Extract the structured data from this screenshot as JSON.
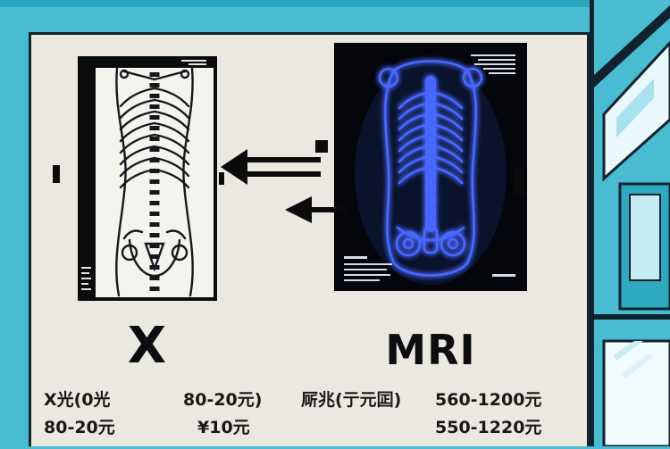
{
  "poster": {
    "xray_label": "X",
    "mri_label": "MRI"
  },
  "prices": {
    "row1": [
      "X光(0光",
      "80-20元)",
      "厛兆(亍元囸)",
      "560-1200元"
    ],
    "row2": [
      "80-20元",
      "¥10元",
      "550-1220元"
    ]
  },
  "icons": {
    "left_arrow": "left-arrow",
    "film_clip": "film-clip"
  },
  "colors": {
    "background_teal": "#49bcd2",
    "top_band_teal": "#2aa6bf",
    "poster_bg": "#ebe8e2",
    "outline_dark": "#15262f",
    "film_black": "#0b0c0e",
    "xray_paper": "#f5f3ee",
    "mri_glow_blue": "#4a68ff",
    "price_text": "#181818"
  }
}
